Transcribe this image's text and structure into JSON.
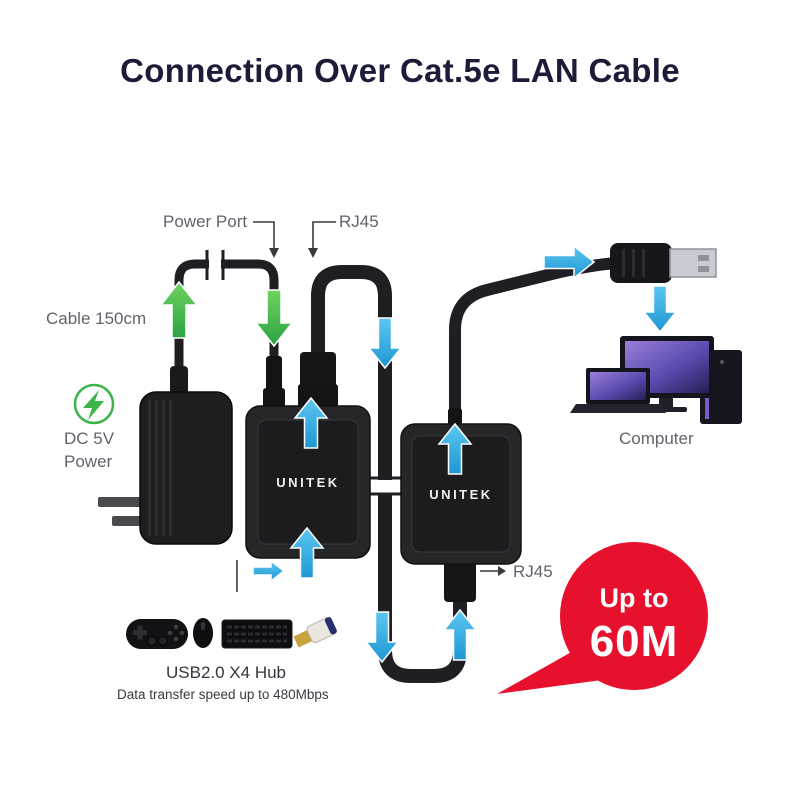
{
  "title": "Connection Over Cat.5e LAN Cable",
  "brand": "UNITEK",
  "labels": {
    "power_port": "Power Port",
    "rj45_top": "RJ45",
    "cable_length": "Cable 150cm",
    "dc_power_line1": "DC 5V",
    "dc_power_line2": "Power",
    "computer": "Computer",
    "rj45_bottom": "RJ45",
    "hub_title": "USB2.0 X4 Hub",
    "hub_subtitle": "Data transfer speed up to 480Mbps"
  },
  "badge": {
    "line1": "Up to",
    "line2": "60M"
  },
  "colors": {
    "accent_blue": "#29A8E0",
    "accent_green": "#3BB54A",
    "badge_red": "#E8112D",
    "title_text": "#1C1C39",
    "label_gray": "#63636C",
    "cable_black": "#1F1F23"
  },
  "icons": {
    "charge": "lightning-bolt-circle-icon",
    "flow_up": "arrow-up-icon",
    "flow_down": "arrow-down-icon",
    "flow_right": "arrow-right-icon",
    "cable_break": "cable-break-icon"
  }
}
